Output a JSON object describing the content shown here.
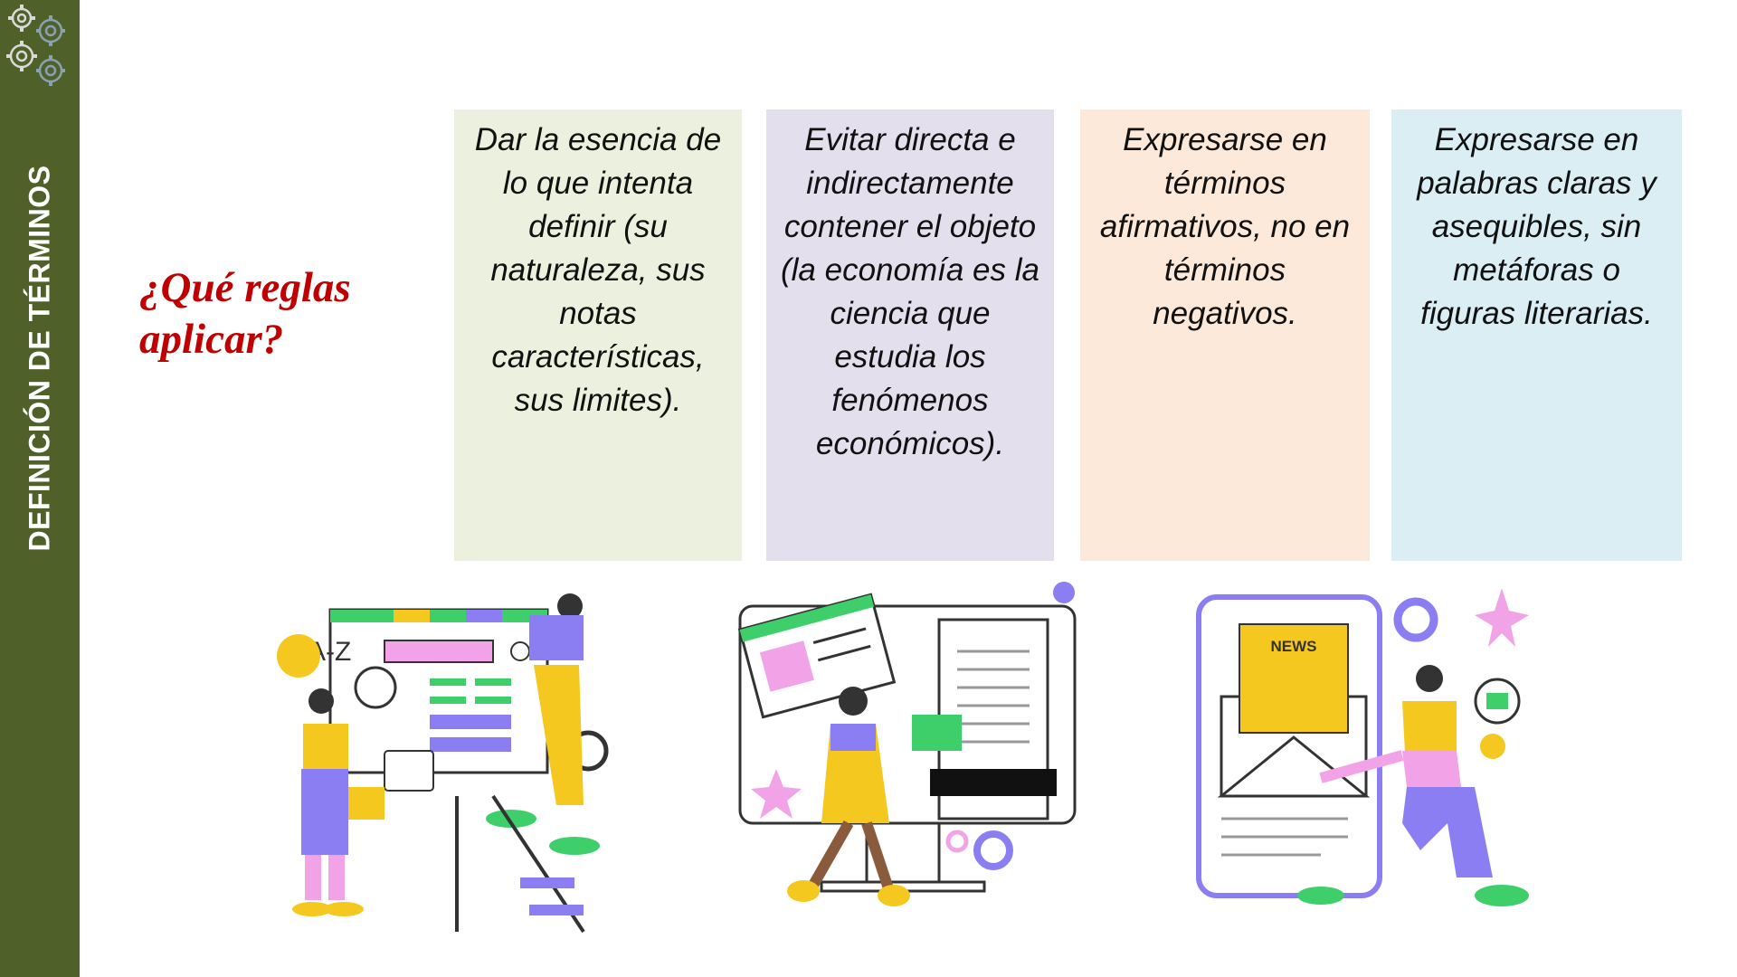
{
  "sidebar": {
    "title": "DEFINICIÓN DE TÉRMINOS"
  },
  "question": {
    "line1": "¿Qué reglas",
    "line2": "aplicar?"
  },
  "rules": [
    {
      "text": "Dar la esencia de lo que intenta definir (su naturaleza, sus notas características, sus limites)."
    },
    {
      "text": "Evitar directa e indirectamente contener el objeto (la economía es la ciencia que estudia los fenómenos económicos)."
    },
    {
      "text": "Expresarse en términos afirmativos, no en términos negativos."
    },
    {
      "text": "Expresarse en palabras claras y asequibles, sin metáforas o figuras literarias."
    }
  ],
  "illustrations": {
    "az_label": "A-Z",
    "news_label": "NEWS"
  },
  "colors": {
    "sidebar": "#4f6128",
    "question": "#c00000",
    "card_green": "#ebf1de",
    "card_purple": "#e4dfec",
    "card_peach": "#fde9d9",
    "card_blue": "#dbeef3",
    "accent_purple": "#8b7df2",
    "accent_yellow": "#f4c81f",
    "accent_green": "#3ecf6b",
    "accent_pink": "#f2a3e8"
  }
}
